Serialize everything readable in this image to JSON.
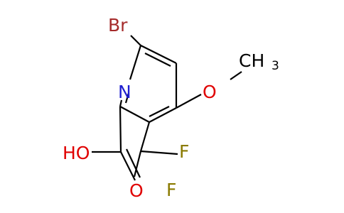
{
  "molecule": {
    "labels": {
      "bromine": "Br",
      "ring_nitrogen": "N",
      "methoxy_oxygen": "O",
      "methyl_carbon": "CH",
      "methyl_subscript": "3",
      "hydroxyl": "HO",
      "carbonyl_oxygen": "O",
      "fluorine_upper": "F",
      "fluorine_lower": "F"
    },
    "colors": {
      "bond": "#000000",
      "carbon_text": "#000000",
      "nitrogen": "#1f1fd0",
      "oxygen": "#e00000",
      "fluorine": "#8a7a00",
      "bromine": "#a52a2a"
    }
  }
}
